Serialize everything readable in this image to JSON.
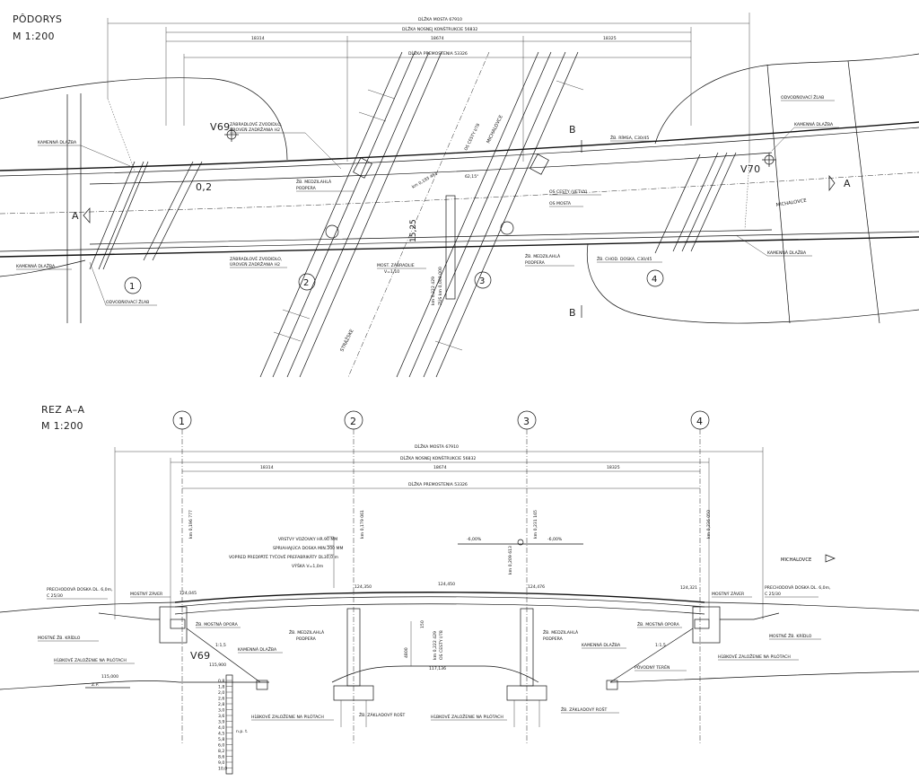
{
  "plan": {
    "title": "PÔDORYS",
    "scale": "M 1:200",
    "dim_bridge_length": "DĹŽKA MOSTA 67910",
    "dim_structure_length": "DĹŽKA NOSNEJ KONŠTRUKCIE 56832",
    "dim_span1": "18314",
    "dim_span2": "18674",
    "dim_span3": "18325",
    "dim_clear_span": "DĹŽKA PREMOSTENIA 53326",
    "point_v69": "V69",
    "point_v70": "V70",
    "slope": "0,2",
    "dim_width": "15,25",
    "angle": "62,15°",
    "label_paving_left_top": "KAMENNÁ DLAŽBA",
    "label_paving_left_bottom": "KAMENNÁ DLAŽBA",
    "label_paving_right_top": "KAMENNÁ DLAŽBA",
    "label_paving_right_bottom": "KAMENNÁ DLAŽBA",
    "label_drain_left": "ODVODŇOVACÍ ŽĽAB",
    "label_drain_right": "ODVODŇOVACÍ ŽĽAB",
    "label_rail_top_1": "ZÁBRADLOVÉ ZVODIDLO,",
    "label_rail_top_2": "ÚROVEŇ ZADRŽANIA H2",
    "label_rail_bottom_1": "ZÁBRADLOVÉ ZVODIDLO,",
    "label_rail_bottom_2": "ÚROVEŇ ZADRŽANIA H2",
    "label_pier_left_1": "ŽB. MEDZILAHLÁ",
    "label_pier_left_2": "PODPERA",
    "label_pier_right_1": "ŽB. MEDZILAHLÁ",
    "label_pier_right_2": "PODPERA",
    "label_cornice": "ŽB. RÍMSA, C30/45",
    "label_slab": "ŽB. CHOD. DOSKA, C30/45",
    "label_axis_road": "OS CESTY (VETVY)",
    "label_axis_bridge": "OS MOSTA",
    "label_axis_i78": "OS CESTY I/78",
    "label_railing": "MOST. ZÁBRADLIE",
    "label_railing_h": "V=1,10",
    "direction_michalovce": "MICHALOVCE",
    "direction_strazske": "STRÁŽSKE",
    "section_a": "A",
    "section_b": "B",
    "axis_1": "1",
    "axis_2": "2",
    "axis_3": "3",
    "axis_4": "4",
    "km_left": "km 0,222 429",
    "km_sub": "ZÚS km 0,000 000",
    "km_center": "km 0,193 461"
  },
  "section": {
    "title": "REZ A–A",
    "scale": "M 1:200",
    "dim_bridge_length": "DĹŽKA MOSTA 67910",
    "dim_structure_length": "DĹŽKA NOSNEJ KONŠTRUKCIE 56832",
    "dim_span1": "18314",
    "dim_span2": "18674",
    "dim_span3": "18325",
    "dim_clear_span": "DĹŽKA PREMOSTENIA 53326",
    "axis_1": "1",
    "axis_2": "2",
    "axis_3": "3",
    "axis_4": "4",
    "layers_1": "VRSTVY VOZOVKY HR.90 MM",
    "layers_2": "SPRIAHAJÚCA DOSKA MIN.200 MM",
    "layers_3": "VOPRED PREDPÄTÉ TYČOVÉ PREFABRIKÁTY DL30,0 m",
    "layers_4": "VÝŠKA V=1,0m",
    "slope_left": "-6,00%",
    "slope_right": "-6,00%",
    "elev_1": "124,045",
    "elev_2": "124,350",
    "elev_3": "124,450",
    "elev_4": "124,476",
    "elev_5": "124,321",
    "elev_ground": "117,136",
    "elev_footing": "115,900",
    "elev_zp": "115,000",
    "zp": "Z.P.",
    "clearance": "4800",
    "dim_150": "150",
    "slope_ratio_left": "1:1,5",
    "slope_ratio_right": "1:1,5",
    "direction_michalovce": "MICHALOVCE",
    "point_v69": "V69",
    "label_approach_left_1": "PRECHODOVÁ DOSKA DL. 6,0m,",
    "label_approach_left_2": "C 25/30",
    "label_approach_right_1": "PRECHODOVÁ DOSKA DL. 6,0m,",
    "label_approach_right_2": "C 25/30",
    "label_joint_left": "MOSTNÝ ZÁVER",
    "label_joint_right": "MOSTNÝ ZÁVER",
    "label_wing_left": "MOSTNÉ ŽB. KRÍDLO",
    "label_wing_right": "MOSTNÉ ŽB. KRÍDLO",
    "label_abut_left": "ŽB. MOSTNÁ OPORA",
    "label_abut_right": "ŽB. MOSTNÁ OPORA",
    "label_pier_left_1": "ŽB. MEDZILAHLÁ",
    "label_pier_left_2": "PODPERA",
    "label_pier_right_1": "ŽB. MEDZILAHLÁ",
    "label_pier_right_2": "PODPERA",
    "label_paving_left": "KAMENNÁ DLAŽBA",
    "label_paving_right": "KAMENNÁ DLAŽBA",
    "label_deep_left": "HĹBKOVÉ ZALOŽENIE NA PILÓTACH",
    "label_deep_right": "HĹBKOVÉ ZALOŽENIE NA PILÓTACH",
    "label_deep_pier2": "HĹBKOVÉ ZALOŽENIE NA PILÓTACH",
    "label_deep_pier3": "HĹBKOVÉ ZALOŽENIE NA PILÓTACH",
    "label_grillage_left": "ŽB. ZÁKLADOVÝ ROŠT",
    "label_grillage_right": "ŽB. ZÁKLADOVÝ ROŠT",
    "label_terrain": "PÔVODNÝ TERÉN",
    "km_top1": "km 0,179 061",
    "km_top2": "km 0,231 165",
    "km_top3": "km 0,236 050",
    "km_mid": "km 0,209 613",
    "km_left": "km 0,196 777",
    "km_pier": "km 0,222 429",
    "km_pier_sub": "OS CESTY I/78",
    "borehole_depths": [
      "0,8",
      "1,8",
      "2,0",
      "2,6",
      "2,8",
      "3,0",
      "3,6",
      "3,9",
      "4,0",
      "4,5",
      "5,8",
      "6,0",
      "8,2",
      "8,6",
      "9,0",
      "10,0"
    ],
    "borehole_np": "n.p. t."
  }
}
